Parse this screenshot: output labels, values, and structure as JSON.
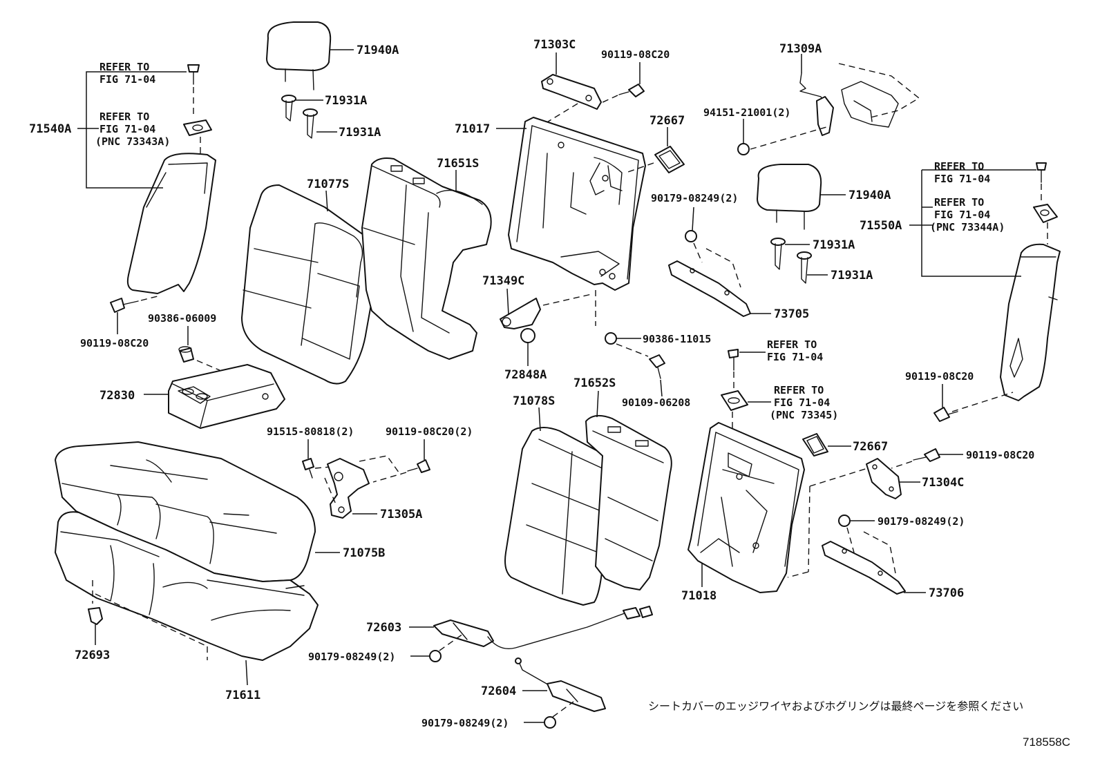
{
  "parts": {
    "p71940A_top": "71940A",
    "p71931A_a": "71931A",
    "p71931A_b": "71931A",
    "p71540A": "71540A",
    "p71077S": "71077S",
    "p71651S": "71651S",
    "p71303C": "71303C",
    "p90119_08C20_top": "90119-08C20",
    "p71017": "71017",
    "p72667_top": "72667",
    "p71309A": "71309A",
    "p94151": "94151-21001(2)",
    "p71940A_right": "71940A",
    "p90179_08249_r2": "90179-08249(2)",
    "p71931A_c": "71931A",
    "p71931A_d": "71931A",
    "p71550A": "71550A",
    "p73705": "73705",
    "p71349C": "71349C",
    "p90386_11015": "90386-11015",
    "p72848A": "72848A",
    "p90109_06208": "90109-06208",
    "p90119_08C20_left": "90119-08C20",
    "p90386_06009": "90386-06009",
    "p72830": "72830",
    "p71078S": "71078S",
    "p71652S": "71652S",
    "p90119_08C20_right": "90119-08C20",
    "p91515": "91515-80818(2)",
    "p90119_08C20_2": "90119-08C20(2)",
    "p71305A": "71305A",
    "p72667_bottom": "72667",
    "p90119_08C20_far": "90119-08C20",
    "p71304C": "71304C",
    "p90179_08249_b2": "90179-08249(2)",
    "p71075B": "71075B",
    "p71018": "71018",
    "p73706": "73706",
    "p72603": "72603",
    "p90179_08249_c1": "90179-08249(2)",
    "p72693": "72693",
    "p71611": "71611",
    "p72604": "72604",
    "p90179_08249_c2": "90179-08249(2)"
  },
  "refs": {
    "r1_l1": "REFER TO",
    "r1_l2": "FIG 71-04",
    "r2_l1": "REFER TO",
    "r2_l2": "FIG 71-04",
    "r2_l3": "(PNC 73343A)",
    "r3_l1": "REFER TO",
    "r3_l2": "FIG 71-04",
    "r4_l1": "REFER TO",
    "r4_l2": "FIG 71-04",
    "r4_l3": "(PNC 73344A)",
    "r5_l1": "REFER TO",
    "r5_l2": "FIG 71-04",
    "r6_l1": "REFER TO",
    "r6_l2": "FIG 71-04",
    "r6_l3": "(PNC 73345)"
  },
  "footnote_jp": "シートカバーのエッジワイヤおよびホグリングは最終ページを参照ください",
  "figure_id": "718558C"
}
